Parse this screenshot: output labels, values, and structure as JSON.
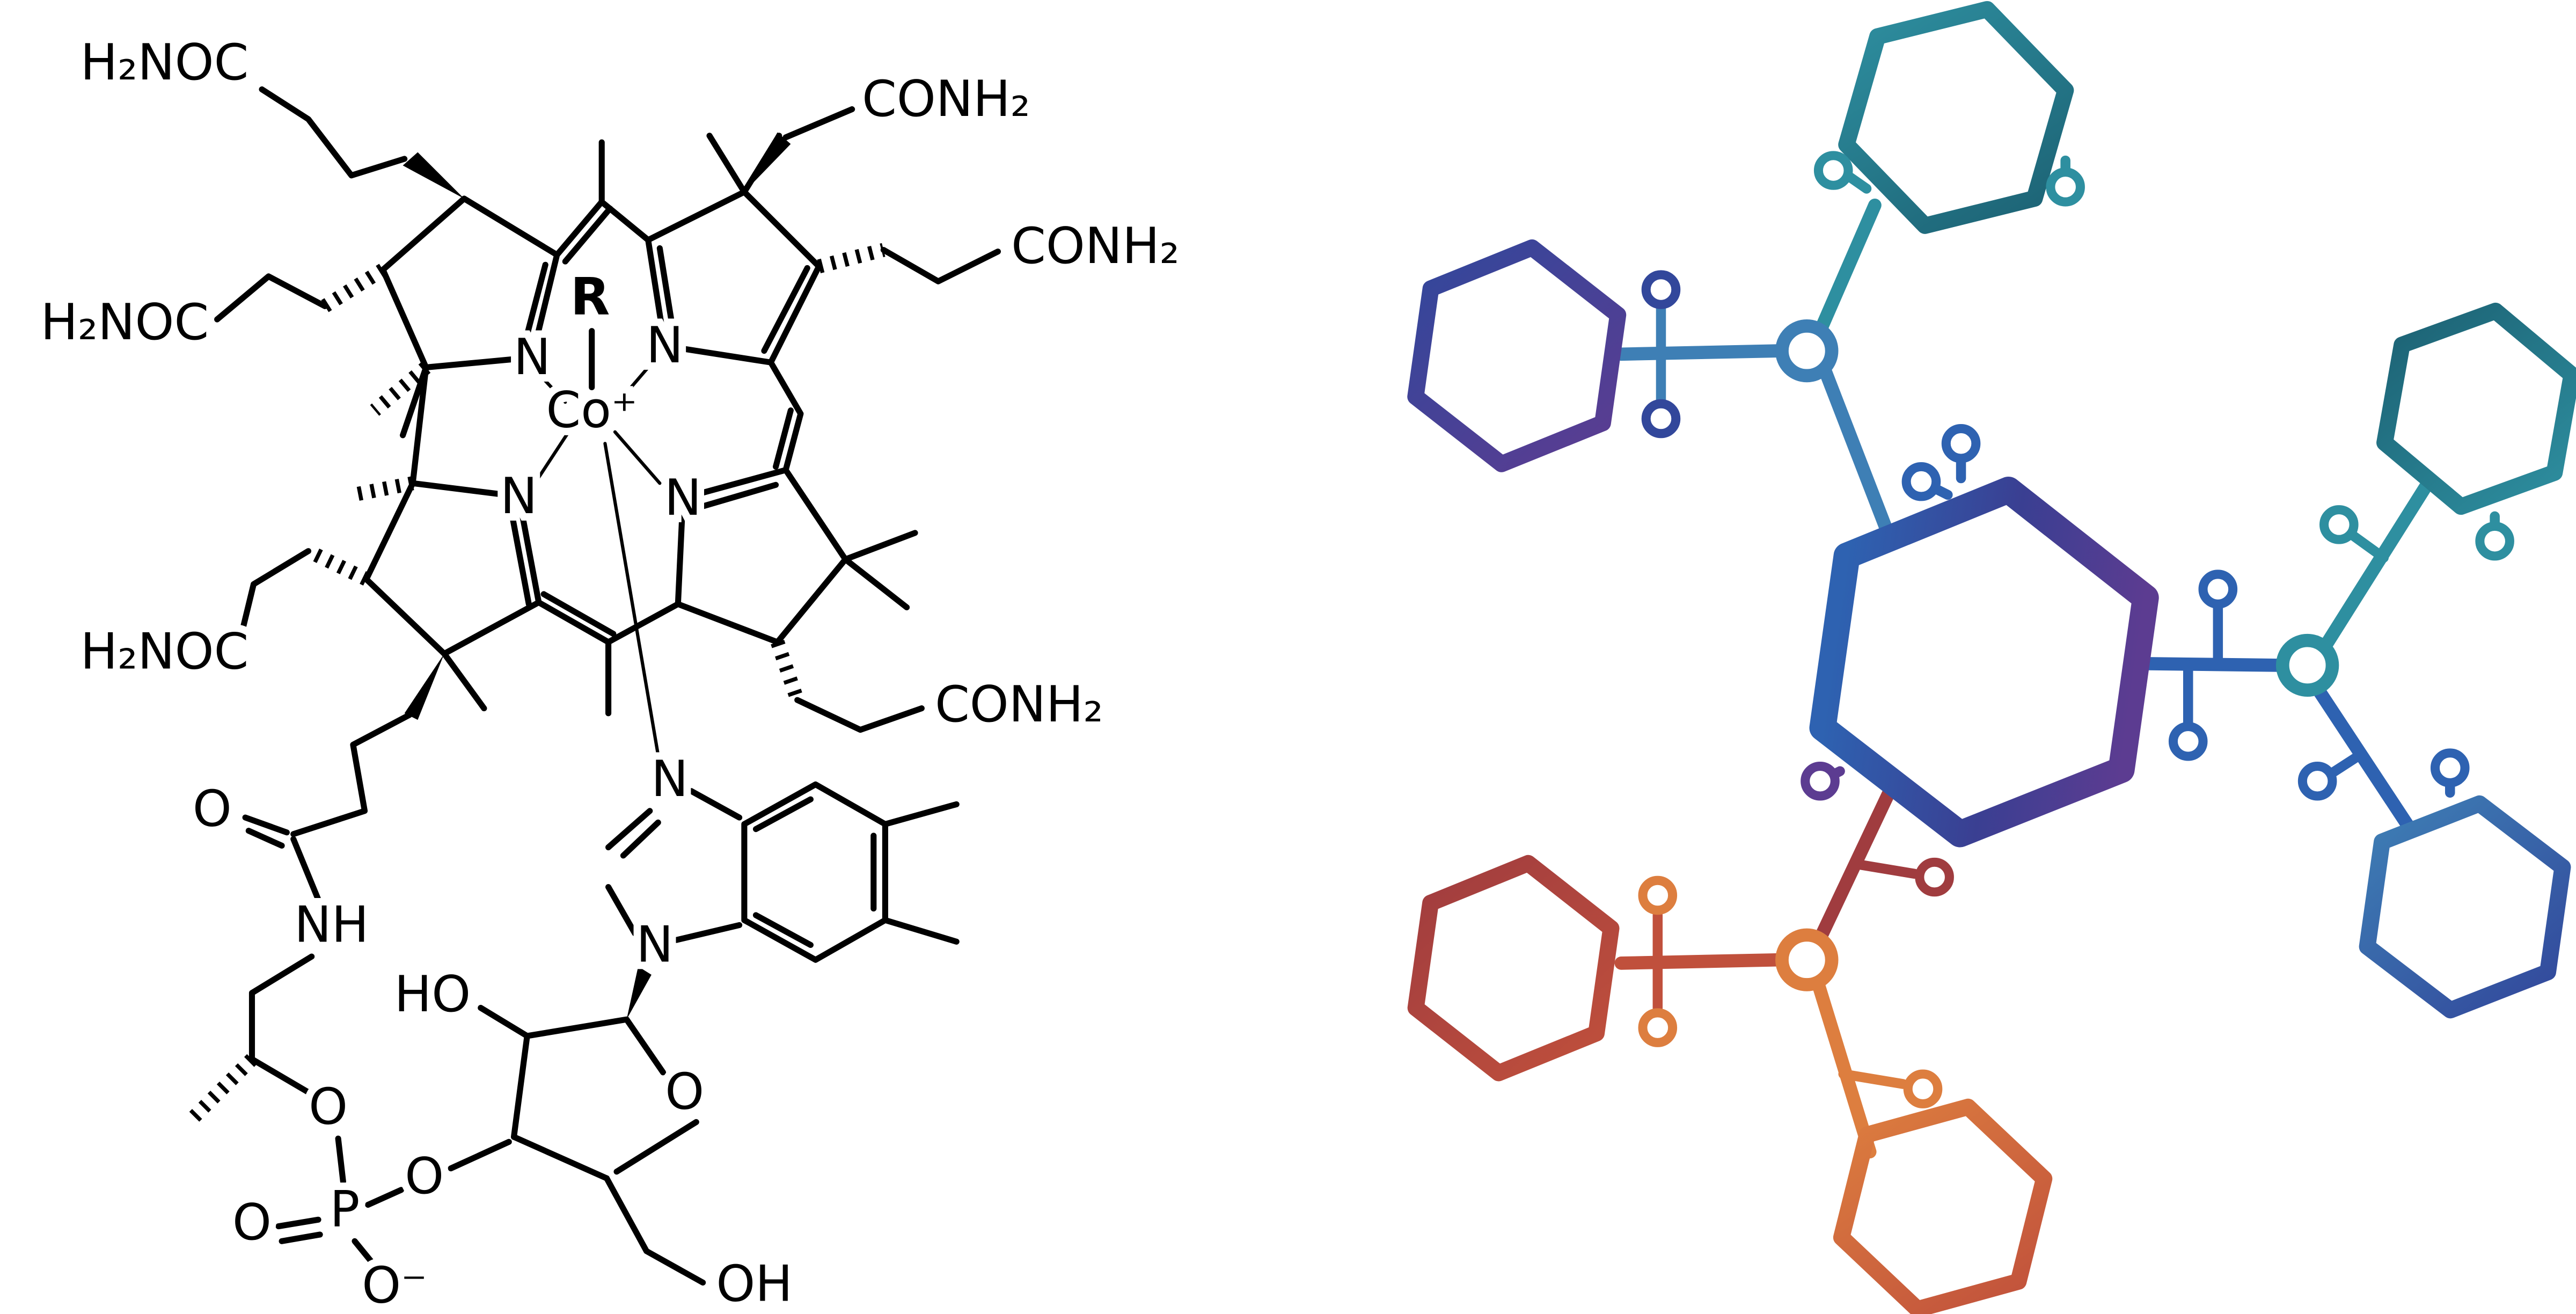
{
  "figure": {
    "description": "Chemical structure of cobalamin (vitamin B12) beside an abstract colored hexagon molecular network",
    "background": "#ffffff"
  },
  "molecule": {
    "name": "cobalamin (vitamin B12)",
    "ink": "#000000",
    "labels": {
      "amide_top_left": "H₂NOC",
      "amide_mid_left": "H₂NOC",
      "amide_bottom_left": "H₂NOC",
      "amide_top_right": "CONH₂",
      "amide_upper_right": "CONH₂",
      "amide_lower_right": "CONH₂",
      "r_group": "R",
      "cobalt": "Co⁺",
      "ring_n_nw": "N",
      "ring_n_ne": "N",
      "ring_n_sw": "N",
      "ring_n_se": "N",
      "carbonyl_o": "O",
      "amide_nh": "NH",
      "hydroxyl_ho": "HO",
      "benzimidazole_n_top": "N",
      "benzimidazole_n_bottom": "N",
      "ribose_ring_o": "O",
      "phosphoester_o_top": "O",
      "phosphorus": "P",
      "phosphate_o_double": "O",
      "phosphate_o_minus": "O⁻",
      "phosphate_o_bridge": "O",
      "hydroxymethyl_oh": "OH"
    }
  },
  "network": {
    "name": "abstract hexagon molecule network",
    "colors": {
      "teal": "#2E8FA0",
      "dark_teal": "#1C6173",
      "steel": "#3E7FB5",
      "blue": "#2E62B1",
      "indigo": "#3A3F92",
      "navy": "#32479B",
      "purple": "#5C3C91",
      "maroon": "#A03C3F",
      "red": "#C0503C",
      "orange": "#DD7E3F"
    }
  }
}
